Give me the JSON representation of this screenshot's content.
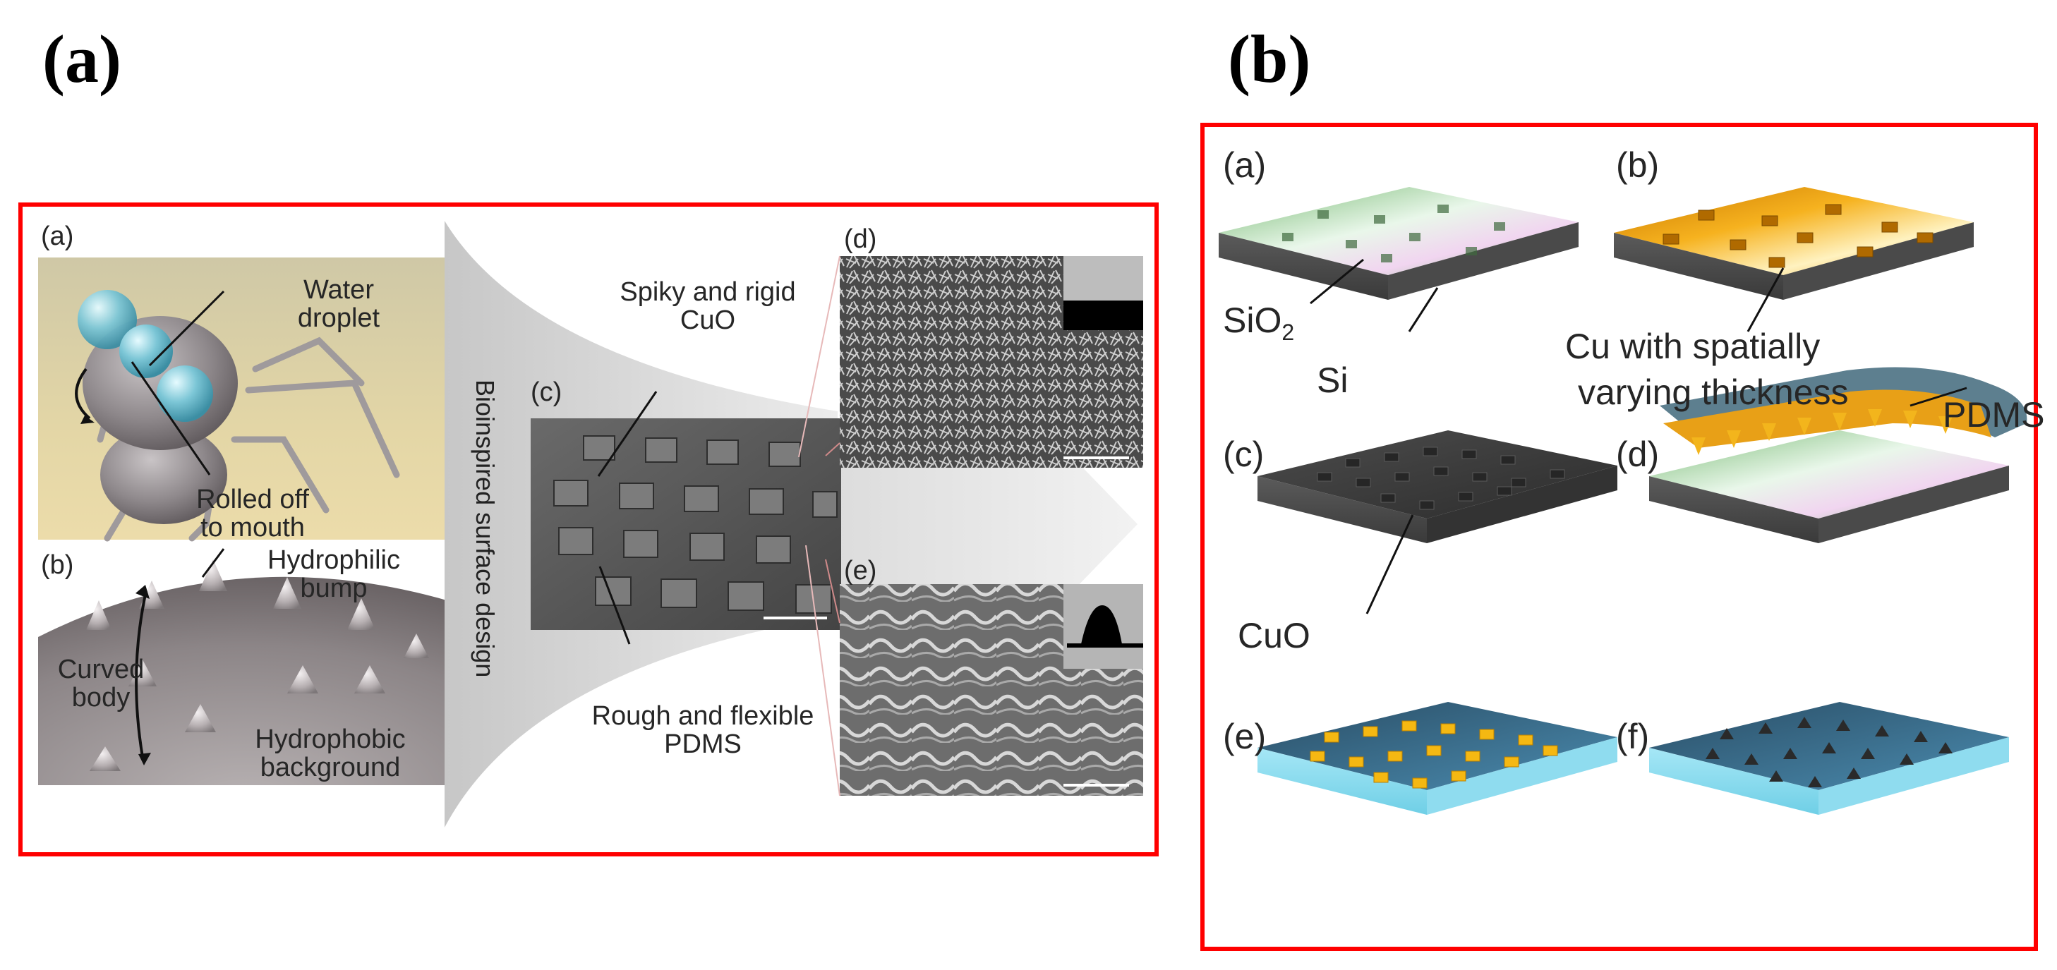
{
  "figure": {
    "a_label": "(a)",
    "b_label": "(b)"
  },
  "panel_a": {
    "sub_a": "(a)",
    "sub_b": "(b)",
    "sub_c": "(c)",
    "sub_d": "(d)",
    "sub_e": "(e)",
    "water_droplet_1": "Water",
    "water_droplet_2": "droplet",
    "rolled_off_1": "Rolled off",
    "rolled_off_2": "to mouth",
    "hydrophilic_1": "Hydrophilic",
    "hydrophilic_2": "bump",
    "curved_1": "Curved",
    "curved_2": "body",
    "hydrophobic_1": "Hydrophobic",
    "hydrophobic_2": "background",
    "design_title": "Bioinspired surface design",
    "spiky_1": "Spiky and rigid",
    "spiky_2": "CuO",
    "rough_1": "Rough and flexible",
    "rough_2": "PDMS"
  },
  "panel_b": {
    "sub_a": "(a)",
    "sub_b": "(b)",
    "sub_c": "(c)",
    "sub_d": "(d)",
    "sub_e": "(e)",
    "sub_f": "(f)",
    "sio2_base": "SiO",
    "sio2_sub": "2",
    "si": "Si",
    "cu_1": "Cu with spatially",
    "cu_2": "varying thickness",
    "pdms": "PDMS",
    "cuo": "CuO"
  }
}
